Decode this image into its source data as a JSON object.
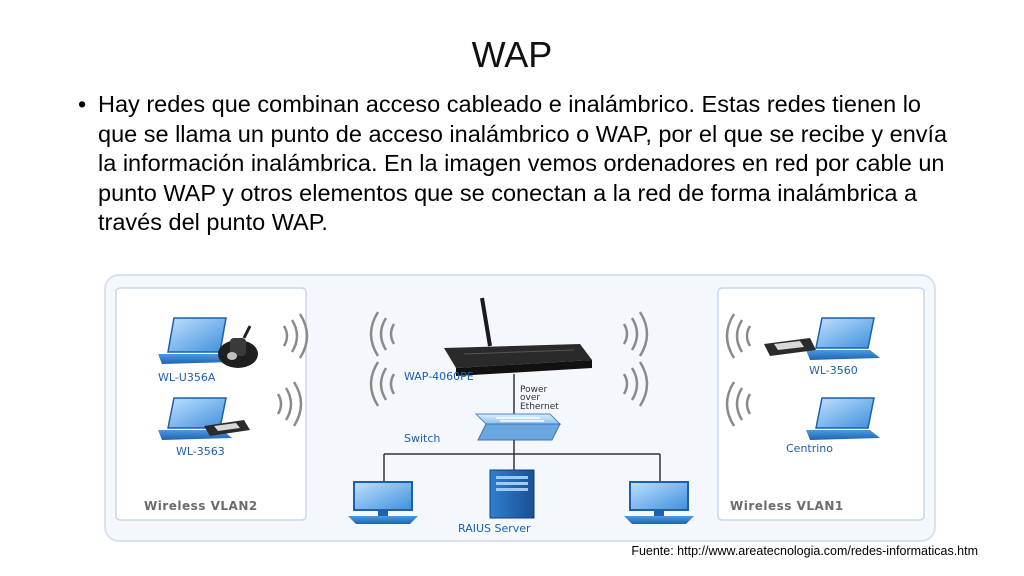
{
  "slide": {
    "title": "WAP",
    "bullet": "Hay redes que combinan acceso cableado e inalámbrico. Estas redes tienen lo que se llama un punto de acceso inalámbrico o WAP, por el que se recibe y envía la información inalámbrica. En la imagen vemos ordenadores en red por cable un punto WAP y otros elementos que se conectan a la red de forma inalámbrica a través del punto WAP.",
    "source": "Fuente: http://www.areatecnologia.com/redes-informaticas.htm"
  },
  "diagram": {
    "left_group_label": "Wireless VLAN2",
    "right_group_label": "Wireless VLAN1",
    "devices": {
      "laptop_top_left": "WL-U356A",
      "laptop_bottom_left": "WL-3563",
      "laptop_top_right": "WL-3560",
      "laptop_bottom_right": "Centrino",
      "router": "WAP-4060PE",
      "switch": "Switch",
      "server": "RAIUS Server"
    },
    "poe_lines": [
      "Power",
      "over",
      "Ethernet"
    ],
    "colors": {
      "label_blue": "#1b5fae",
      "laptop_blue": "#3d8fd8",
      "panel_border": "#c8d8ea",
      "router_dark": "#2a2a2a"
    }
  }
}
